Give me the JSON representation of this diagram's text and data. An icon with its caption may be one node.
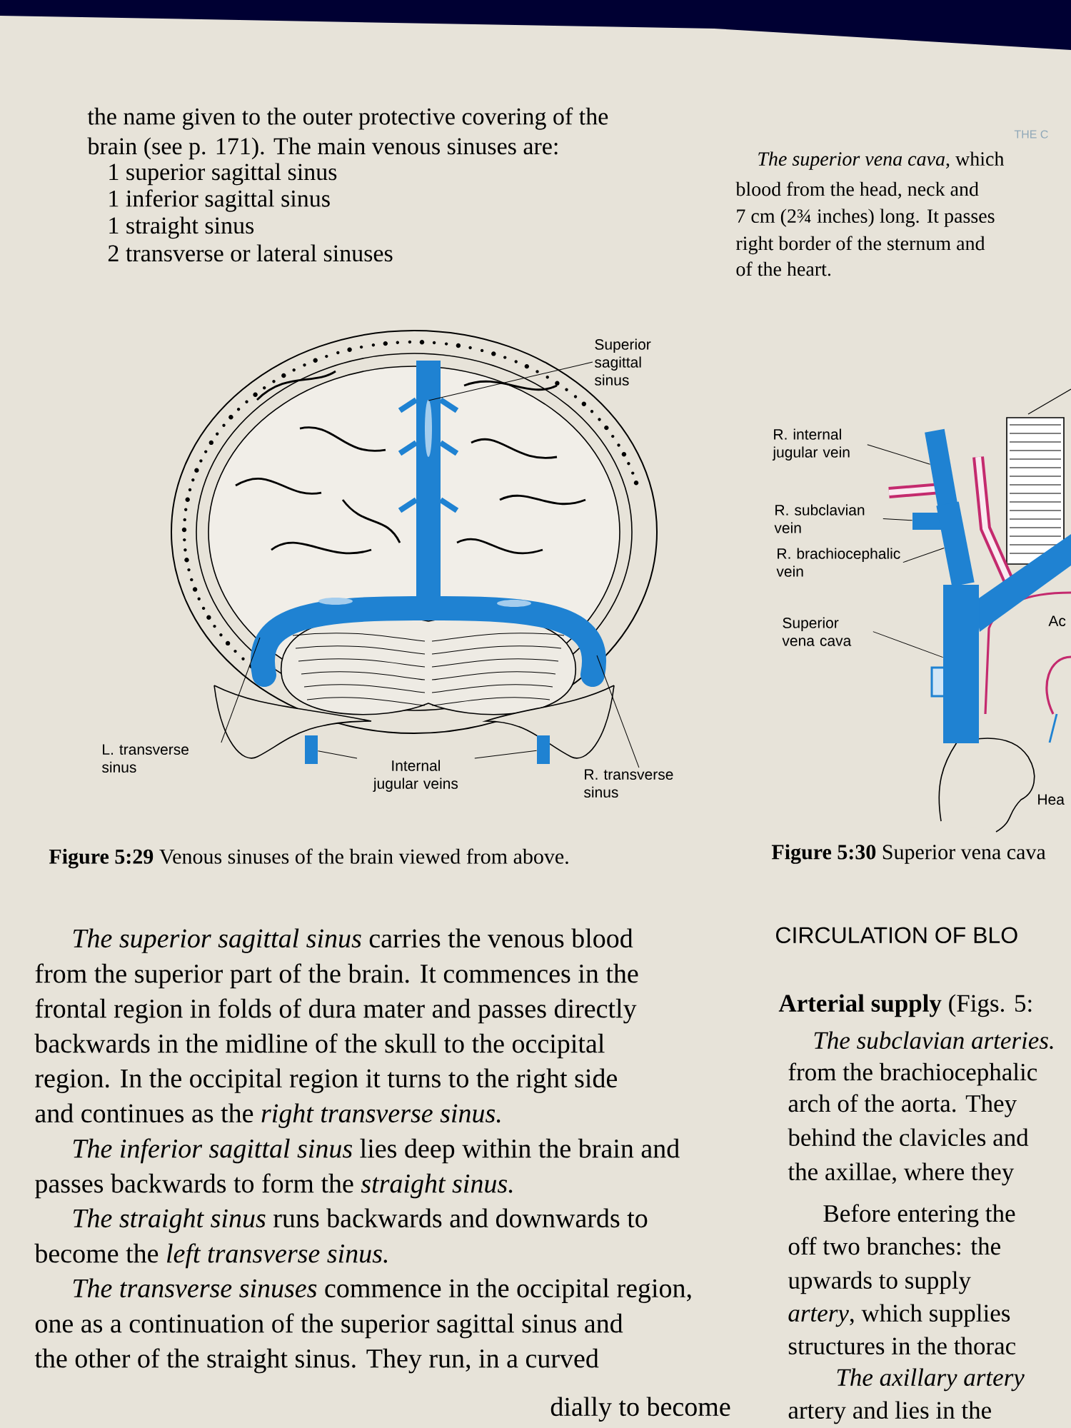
{
  "diagram": {
    "nodes": [
      {
        "text": [
          "Superior sagittal sinus"
        ]
      },
      {
        "text": [
          "L. transverse sinus"
        ]
      },
      {
        "text": [
          "Internal jugular veins"
        ]
      },
      {
        "text": [
          "R. transverse sinus"
        ]
      },
      {
        "text": [
          "R. internal jugular vein"
        ]
      },
      {
        "text": [
          "R. subclavian vein"
        ]
      },
      {
        "text": [
          "R. brachiocephalic vein"
        ]
      },
      {
        "text": [
          "Superior vena cava"
        ]
      },
      {
        "text": [],
        "shape": "bar"
      },
      {
        "text": [],
        "shape": "bar"
      },
      {
        "text": [],
        "shape": "bar"
      },
      {
        "text": [],
        "shape": "bar"
      },
      {
        "text": [],
        "shape": "bar"
      },
      {
        "text": [],
        "shape": "bar"
      }
    ],
    "edges": [
      {
        "from": 0,
        "to": null,
        "arrow": "none"
      },
      {
        "from": 1,
        "to": null,
        "arrow": "none"
      },
      {
        "from": 2,
        "to": 8,
        "arrow": "none"
      },
      {
        "from": 2,
        "to": 9,
        "arrow": "none"
      },
      {
        "from": 3,
        "to": null,
        "arrow": "none"
      },
      {
        "from": 4,
        "to": 10,
        "arrow": "none"
      },
      {
        "from": 5,
        "to": 11,
        "arrow": "none"
      },
      {
        "from": 6,
        "to": 12,
        "arrow": "none"
      },
      {
        "from": 7,
        "to": 13,
        "arrow": "none"
      }
    ],
    "labels": [
      "THE C",
      "the name given to the outer protective covering of the",
      "brain (see p. 171). The main venous sinuses are:",
      "1 superior sagittal sinus",
      "1 inferior sagittal sinus",
      "1 straight sinus",
      "2 transverse or lateral sinuses",
      "*The superior vena cava*, which",
      "blood from the head, neck and",
      "7 cm (2¾ inches) long. It passes",
      "right border of the sternum and",
      "of the heart.",
      "Ac",
      "Hea",
      "**Figure 5:29**  Venous sinuses of the brain viewed from above.",
      "**Figure 5:30**  Superior vena cava",
      "*The superior sagittal sinus* carries the venous blood",
      "from the superior part of the brain. It commences in the",
      "frontal region in folds of dura mater and passes directly",
      "backwards in the midline of the skull to the occipital",
      "region. In the occipital region it turns to the right side",
      "and continues as the *right transverse sinus.*",
      "*The inferior sagittal sinus* lies deep within the brain and",
      "passes backwards to form the *straight sinus.*",
      "*The straight sinus* runs backwards and downwards to",
      "become the *left transverse sinus.*",
      "*The transverse sinuses* commence in the occipital region,",
      "one as a continuation of the superior sagittal sinus and",
      "the other of the straight sinus. They run, in a curved",
      "dially to become",
      "CIRCULATION OF BLO",
      "**Arterial supply** (Figs. 5:",
      "*The subclavian arteries.*",
      "from the brachiocephalic",
      "arch of the aorta. They",
      "behind the clavicles and",
      "the axillae, where they",
      "Before entering the",
      "off two branches: the",
      "upwards to supply",
      "*artery*, which supplies",
      "structures in the thorac",
      "*The axillary artery*",
      "artery and lies in the"
    ]
  }
}
